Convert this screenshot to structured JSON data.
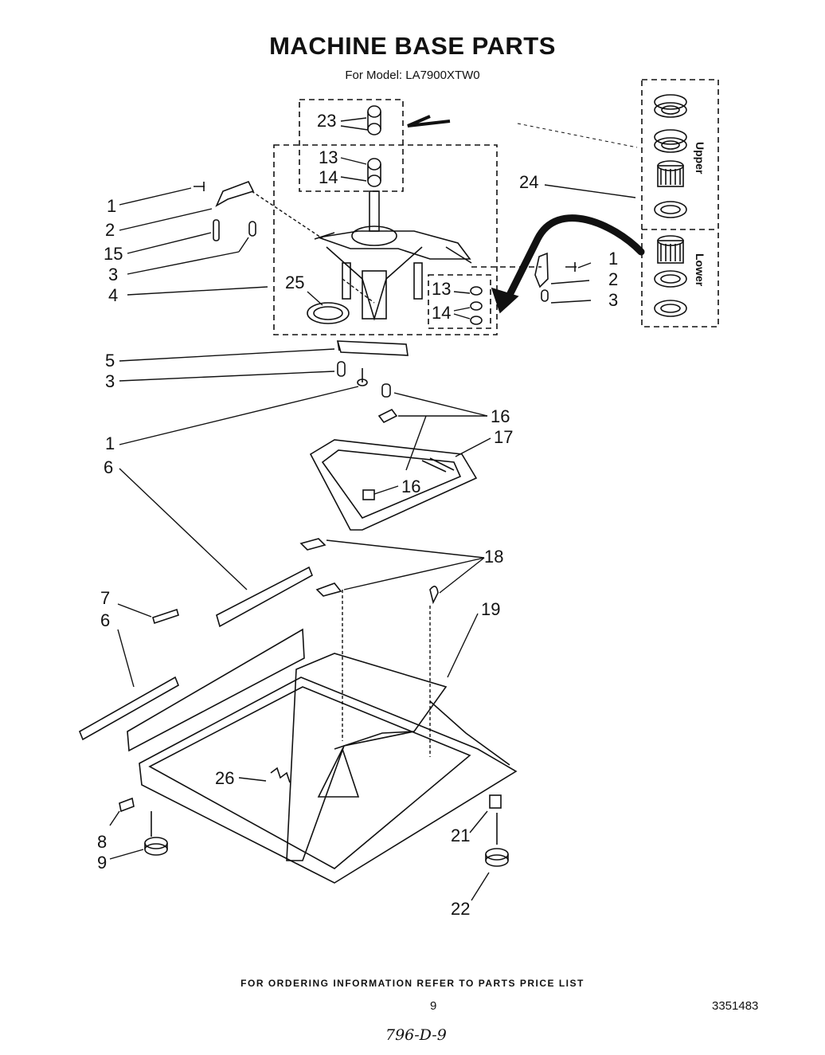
{
  "header": {
    "title": "MACHINE BASE PARTS",
    "subtitle": "For Model: LA7900XTW0"
  },
  "inset": {
    "upper_label": "Upper",
    "lower_label": "Lower"
  },
  "callouts": {
    "c23": "23",
    "c13a": "13",
    "c14a": "14",
    "c24": "24",
    "c1a": "1",
    "c2a": "2",
    "c15": "15",
    "c3a": "3",
    "c4": "4",
    "c25": "25",
    "c1b": "1",
    "c2b": "2",
    "c3b": "3",
    "c13b": "13",
    "c14b": "14",
    "c5": "5",
    "c3c": "3",
    "c1c": "1",
    "c6a": "6",
    "c16a": "16",
    "c17": "17",
    "c16b": "16",
    "c18": "18",
    "c7": "7",
    "c6b": "6",
    "c19": "19",
    "c26": "26",
    "c8": "8",
    "c9": "9",
    "c21": "21",
    "c22": "22"
  },
  "footer": {
    "ordering_note": "FOR ORDERING INFORMATION REFER TO PARTS PRICE LIST",
    "page_number": "9",
    "document_number": "3351483",
    "handwritten_note": "796-D-9"
  }
}
